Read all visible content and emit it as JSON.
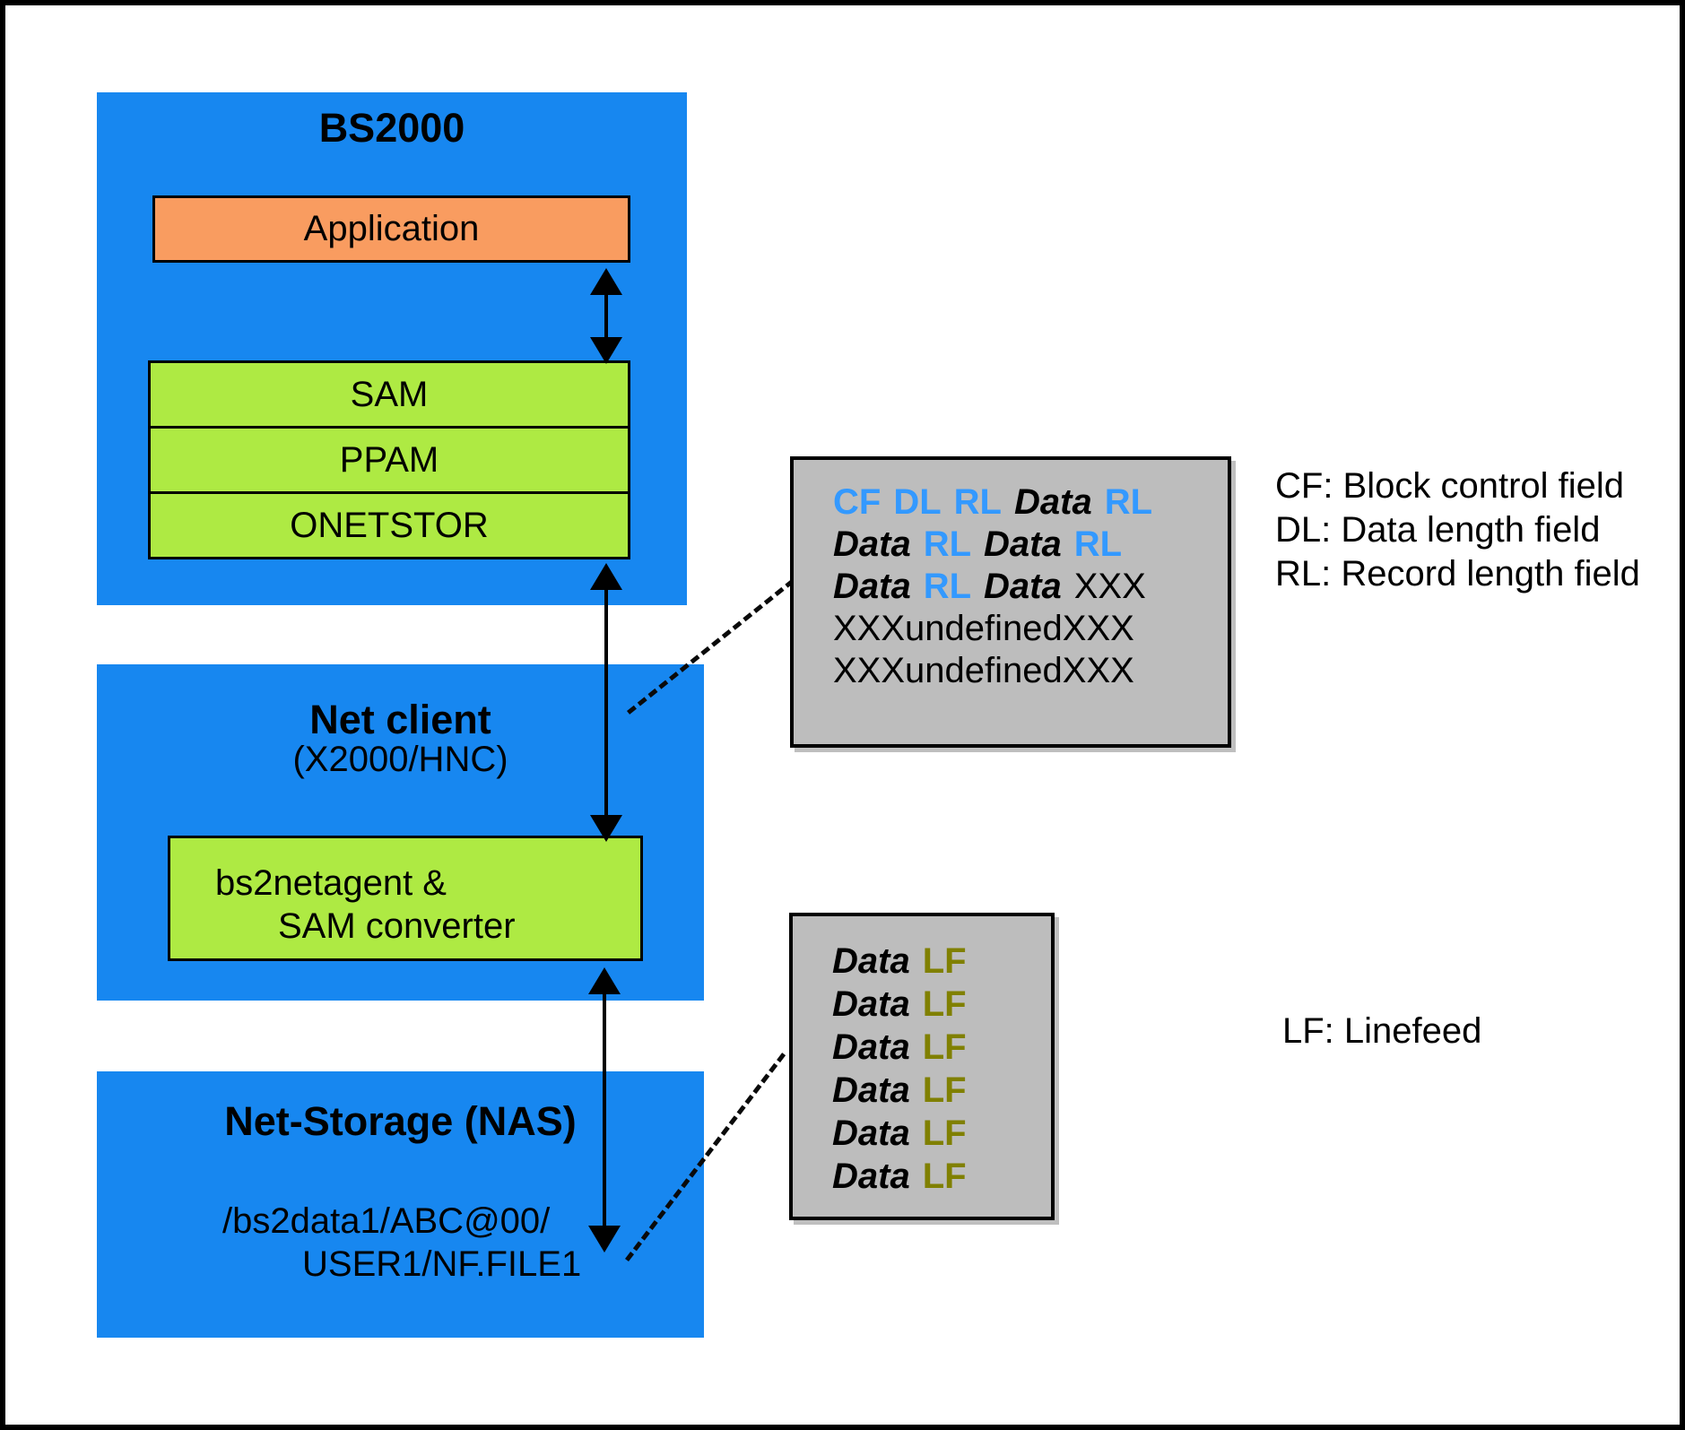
{
  "diagram": {
    "bs2000": {
      "title": "BS2000",
      "application": "Application",
      "layers": [
        "SAM",
        "PPAM",
        "ONETSTOR"
      ]
    },
    "net_client": {
      "title": "Net client",
      "subtitle": "(X2000/HNC)",
      "agent_line1": "bs2netagent &",
      "agent_line2": "SAM converter"
    },
    "net_storage": {
      "title": "Net-Storage (NAS)",
      "path_line1": "/bs2data1/ABC@00/",
      "path_line2": "USER1/NF.FILE1"
    },
    "sam_block": {
      "lines": [
        [
          {
            "t": "CF",
            "c": "kw"
          },
          {
            "t": "DL",
            "c": "kw"
          },
          {
            "t": "RL",
            "c": "kw"
          },
          {
            "t": "Data",
            "c": "data"
          },
          {
            "t": "RL",
            "c": "kw"
          }
        ],
        [
          {
            "t": "Data",
            "c": "data"
          },
          {
            "t": "RL",
            "c": "kw"
          },
          {
            "t": "Data",
            "c": "data"
          },
          {
            "t": "RL",
            "c": "kw"
          }
        ],
        [
          {
            "t": "Data",
            "c": "data"
          },
          {
            "t": "RL",
            "c": "kw"
          },
          {
            "t": "Data",
            "c": "data"
          },
          {
            "t": "XXX",
            "c": "plain"
          }
        ],
        [
          {
            "t": "XXXundefinedXXX",
            "c": "plain"
          }
        ],
        [
          {
            "t": "XXXundefinedXXX",
            "c": "plain"
          }
        ]
      ]
    },
    "nfs_block": {
      "lines": [
        [
          {
            "t": "Data",
            "c": "data"
          },
          {
            "t": "LF",
            "c": "lf"
          }
        ],
        [
          {
            "t": "Data",
            "c": "data"
          },
          {
            "t": "LF",
            "c": "lf"
          }
        ],
        [
          {
            "t": "Data",
            "c": "data"
          },
          {
            "t": "LF",
            "c": "lf"
          }
        ],
        [
          {
            "t": "Data",
            "c": "data"
          },
          {
            "t": "LF",
            "c": "lf"
          }
        ],
        [
          {
            "t": "Data",
            "c": "data"
          },
          {
            "t": "LF",
            "c": "lf"
          }
        ],
        [
          {
            "t": "Data",
            "c": "data"
          },
          {
            "t": "LF",
            "c": "lf"
          }
        ]
      ]
    },
    "legend_sam": [
      "CF: Block control field",
      "DL: Data length field",
      "RL: Record length field"
    ],
    "legend_nfs": [
      "LF: Linefeed"
    ],
    "colors": {
      "system_blue": "#1787F0",
      "application_orange": "#F99C60",
      "layer_green": "#AEEA43",
      "record_gray": "#BDBDBD",
      "field_blue_text": "#3399FF",
      "linefeed_olive_text": "#808000",
      "line_black": "#000000"
    }
  }
}
